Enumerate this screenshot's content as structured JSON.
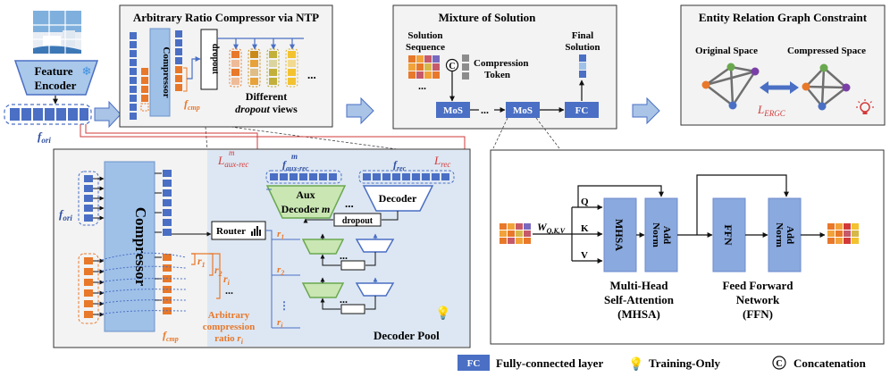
{
  "colors": {
    "blue": "#4a6fc4",
    "lightblue": "#9fc1e8",
    "orange": "#e8782a",
    "green_fill": "#c9e6b3",
    "green_stroke": "#6aa84f",
    "panel_fill": "#f3f3f3",
    "pool_fill": "#dde7f3",
    "red": "#d23a3a",
    "arrow_fill": "#a9c4e6"
  },
  "icons": [
    "snowflake-icon",
    "lightbulb-icon",
    "bar-chart-icon",
    "concat-circle-icon"
  ],
  "encoder": {
    "title_line1": "Feature",
    "title_line2": "Encoder",
    "f_ori_base": "f",
    "f_ori_sub": "ori"
  },
  "compressor_panel": {
    "title": "Arbitrary Ratio Compressor via NTP",
    "compressor_label": "Compressor",
    "dropout_label": "dropout",
    "f_cmp_base": "f",
    "f_cmp_sub": "cmp",
    "views_line1": "Different",
    "views_line2_italic": "dropout",
    "views_line2_rest": "views",
    "ellipsis": "..."
  },
  "mos_panel": {
    "title": "Mixture of Solution",
    "sequence_line1": "Solution",
    "sequence_line2": "Sequence",
    "concat_symbol": "C",
    "token_line1": "Compression",
    "token_line2": "Token",
    "final_line1": "Final",
    "final_line2": "Solution",
    "mos_label": "MoS",
    "fc_label": "FC",
    "ellipsis": "..."
  },
  "ergc_panel": {
    "title": "Entity Relation Graph Constraint",
    "original_label": "Original Space",
    "compressed_label": "Compressed Space",
    "loss_base": "L",
    "loss_sub": "ERGC"
  },
  "detail_panel": {
    "compressor_label": "Compressor",
    "f_ori_base": "f",
    "f_ori_sub": "ori",
    "f_cmp_base": "f",
    "f_cmp_sub": "cmp",
    "r1": "r",
    "r1_sub": "1",
    "r2": "r",
    "r2_sub": "2",
    "ri": "r",
    "ri_sub": "i",
    "dots": "...",
    "ratio_line1": "Arbitrary",
    "ratio_line2": "compression",
    "ratio_line3": "ratio",
    "router_label": "Router",
    "aux_decoder_line1": "Aux",
    "aux_decoder_line2": "Decoder",
    "aux_decoder_m": "m",
    "decoder_label": "Decoder",
    "dropout_label": "dropout",
    "f_aux_rec_base": "f",
    "f_aux_rec_sup": "m",
    "f_aux_rec_sub": "aux-rec",
    "f_rec_base": "f",
    "f_rec_sub": "rec",
    "l_aux_rec_base": "L",
    "l_aux_rec_sup": "m",
    "l_aux_rec_sub": "aux-rec",
    "l_rec_base": "L",
    "l_rec_sub": "rec",
    "pool_label": "Decoder Pool"
  },
  "transformer_panel": {
    "w_base": "W",
    "w_sub": "Q,K,V",
    "q": "Q",
    "k": "K",
    "v": "V",
    "mhsa": "MHSA",
    "addnorm1": "Add",
    "addnorm2": "Norm",
    "ffn": "FFN",
    "mhsa_caption_1": "Multi-Head",
    "mhsa_caption_2": "Self-Attention",
    "mhsa_caption_3": "(MHSA)",
    "ffn_caption_1": "Feed Forward",
    "ffn_caption_2": "Network",
    "ffn_caption_3": "(FFN)"
  },
  "legend": {
    "fc_box": "FC",
    "fc_text": "Fully-connected layer",
    "training_text": "Training-Only",
    "concat_symbol": "C",
    "concat_text": "Concatenation"
  }
}
